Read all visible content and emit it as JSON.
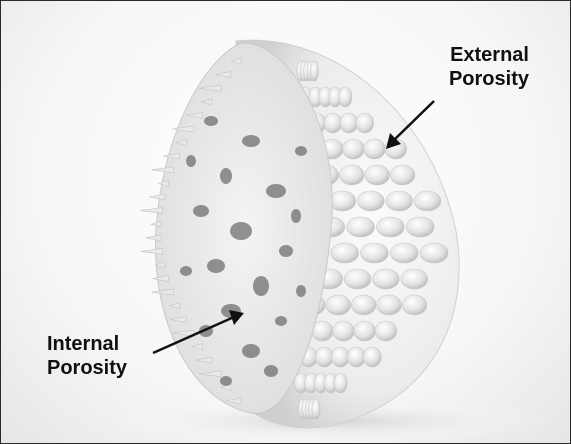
{
  "labels": {
    "external": {
      "line1": "External",
      "line2": "Porosity"
    },
    "internal": {
      "line1": "Internal",
      "line2": "Porosity"
    }
  },
  "colors": {
    "border": "#2a2a2a",
    "label_text": "#111111",
    "arrow": "#111111"
  }
}
